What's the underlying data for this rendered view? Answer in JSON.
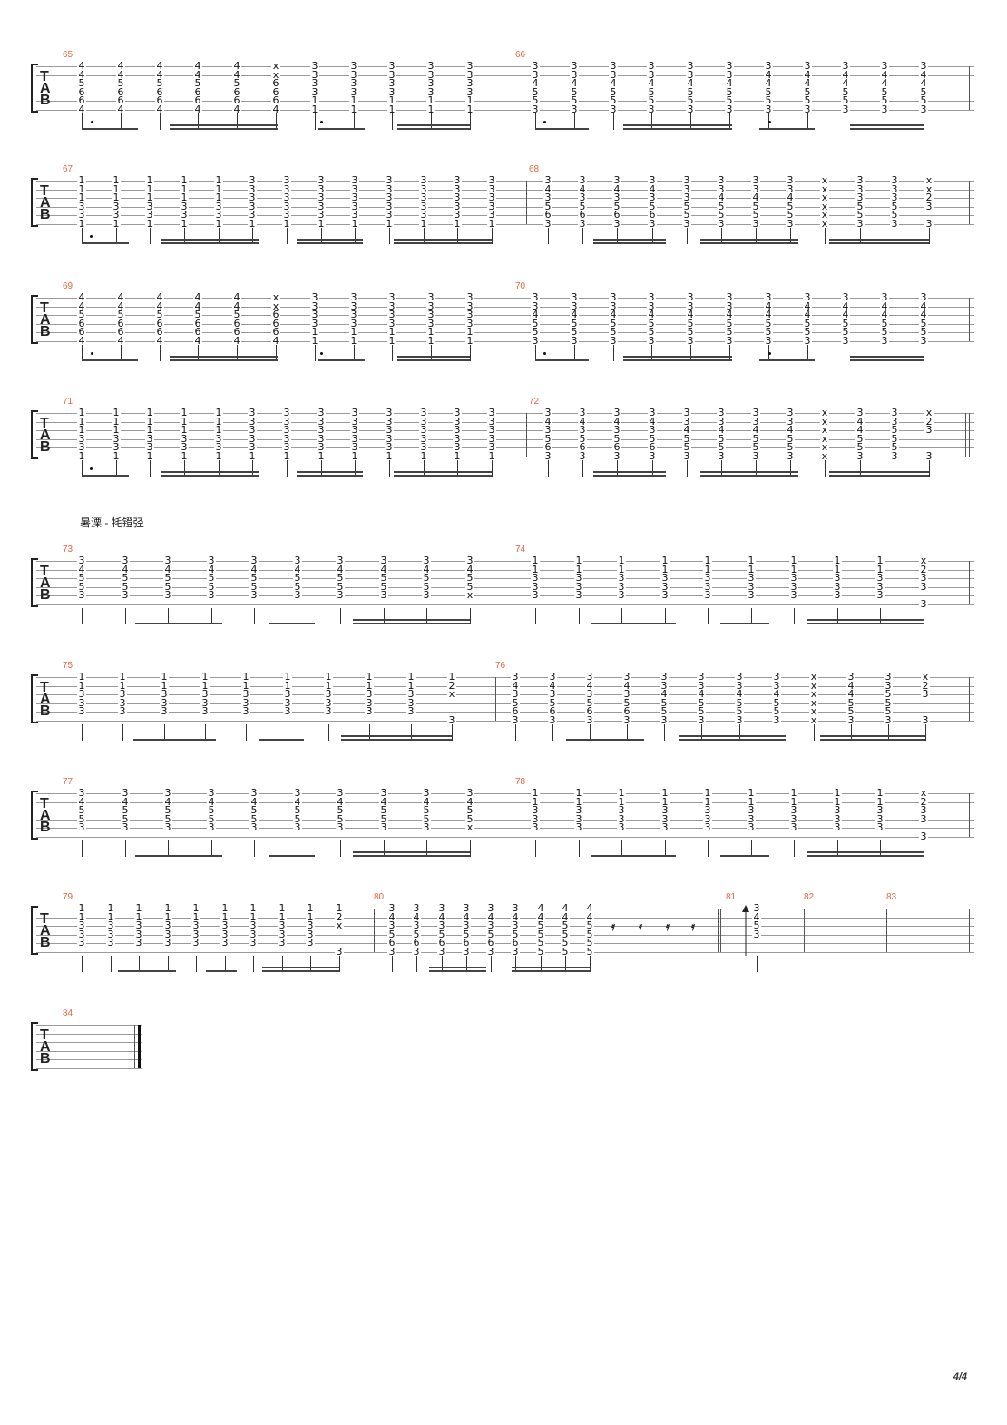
{
  "section_label": "暑溧 - 牦镫弪",
  "page_number": "4/4",
  "tab_letters": [
    "T",
    "A",
    "B"
  ],
  "measures": [
    "65",
    "66",
    "67",
    "68",
    "69",
    "70",
    "71",
    "72",
    "73",
    "74",
    "75",
    "76",
    "77",
    "78",
    "79",
    "80",
    "81",
    "82",
    "83",
    "84"
  ],
  "colors": {
    "staff_line": "#9a9a9a",
    "measure_number": "#e8643c",
    "text": "#111111"
  }
}
